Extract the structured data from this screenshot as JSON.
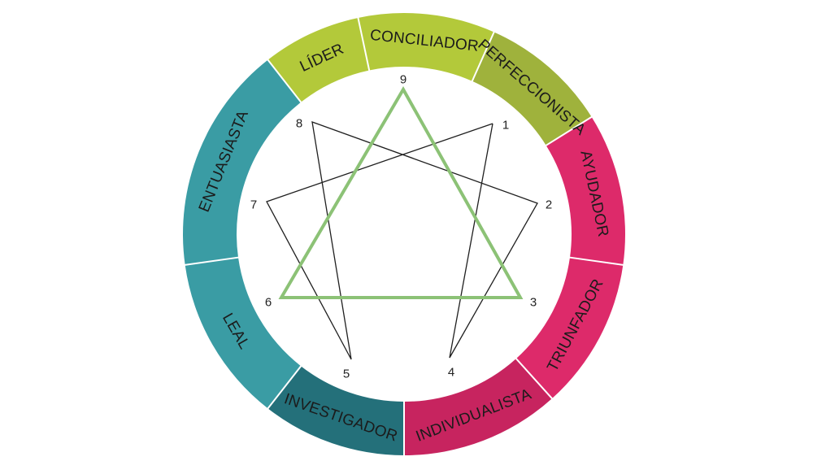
{
  "colors": {
    "green_light": "#b3c93a",
    "green_olive": "#9fb23c",
    "magenta": "#dd2a6a",
    "magenta_dark": "#c7245f",
    "teal": "#3a9ca4",
    "teal_dark": "#24707a",
    "triangle": "#8cc276",
    "lines": "#1f1f1f",
    "background": "#ffffff"
  },
  "wheel": {
    "segments": [
      {
        "label": "CONCILIADOR",
        "color": "#b3c93a"
      },
      {
        "label": "PERFECCIONISTA",
        "color": "#9fb23c"
      },
      {
        "label": "AYUDADOR",
        "color": "#dd2a6a"
      },
      {
        "label": "TRIUNFADOR",
        "color": "#dd2a6a"
      },
      {
        "label": "INDIVIDUALISTA",
        "color": "#c7245f"
      },
      {
        "label": "INVESTIGADOR",
        "color": "#24707a"
      },
      {
        "label": "LEAL",
        "color": "#3a9ca4"
      },
      {
        "label": "ENTUASIASTA",
        "color": "#3a9ca4"
      },
      {
        "label": "LÍDER",
        "color": "#b3c93a"
      }
    ]
  },
  "enneagram": {
    "points": [
      "9",
      "1",
      "2",
      "3",
      "4",
      "5",
      "6",
      "7",
      "8"
    ],
    "triangle": [
      "9",
      "3",
      "6"
    ],
    "hexad": [
      "1",
      "4",
      "2",
      "8",
      "5",
      "7",
      "1"
    ]
  }
}
